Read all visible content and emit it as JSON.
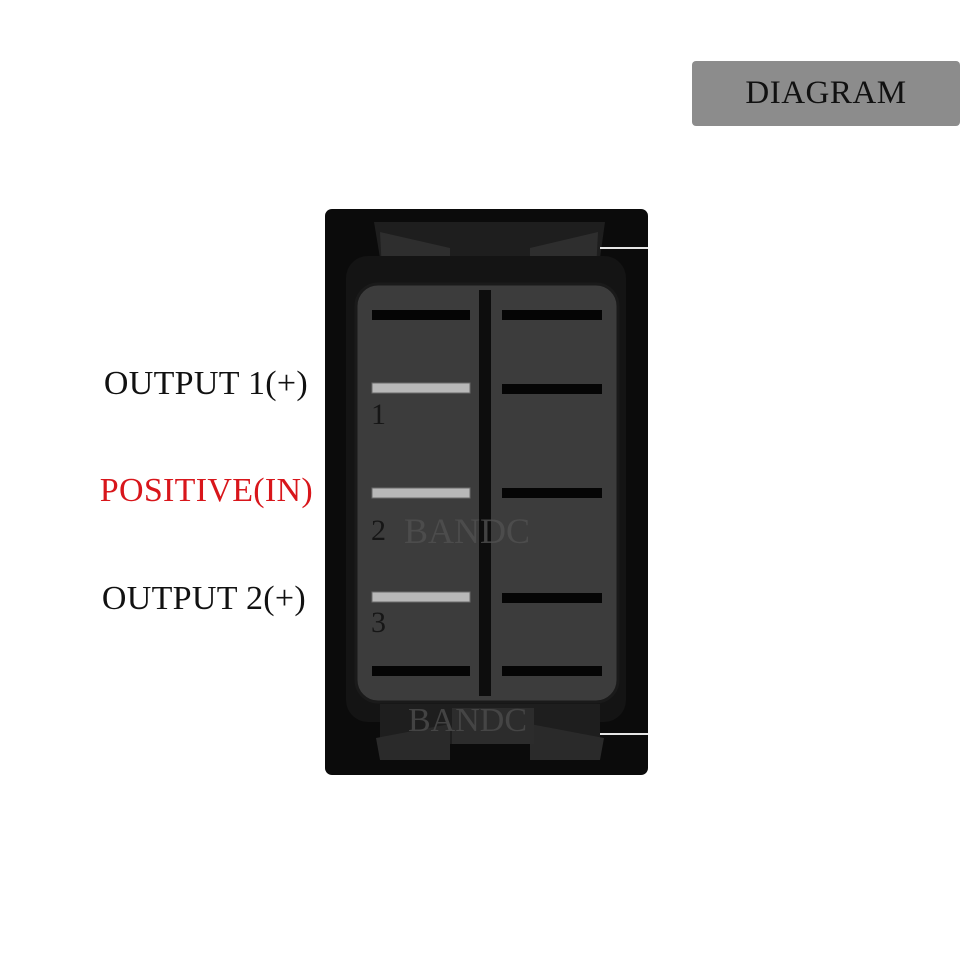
{
  "header": {
    "badge_label": "DIAGRAM"
  },
  "pins": [
    {
      "label": "OUTPUT 1(+)",
      "number": "1",
      "role": "output"
    },
    {
      "label": "POSITIVE(IN)",
      "number": "2",
      "role": "input"
    },
    {
      "label": "OUTPUT 2(+)",
      "number": "3",
      "role": "output"
    }
  ],
  "watermark": {
    "text": "BANDC"
  },
  "colors": {
    "badge_background": "#8c8c8c",
    "switch_body": "#0a0a0a",
    "switch_face": "#3c3c3c",
    "positive_label": "#d8161b",
    "output_label": "#111111",
    "terminal_active": "#b8b8b8",
    "terminal_dark": "#050505"
  }
}
